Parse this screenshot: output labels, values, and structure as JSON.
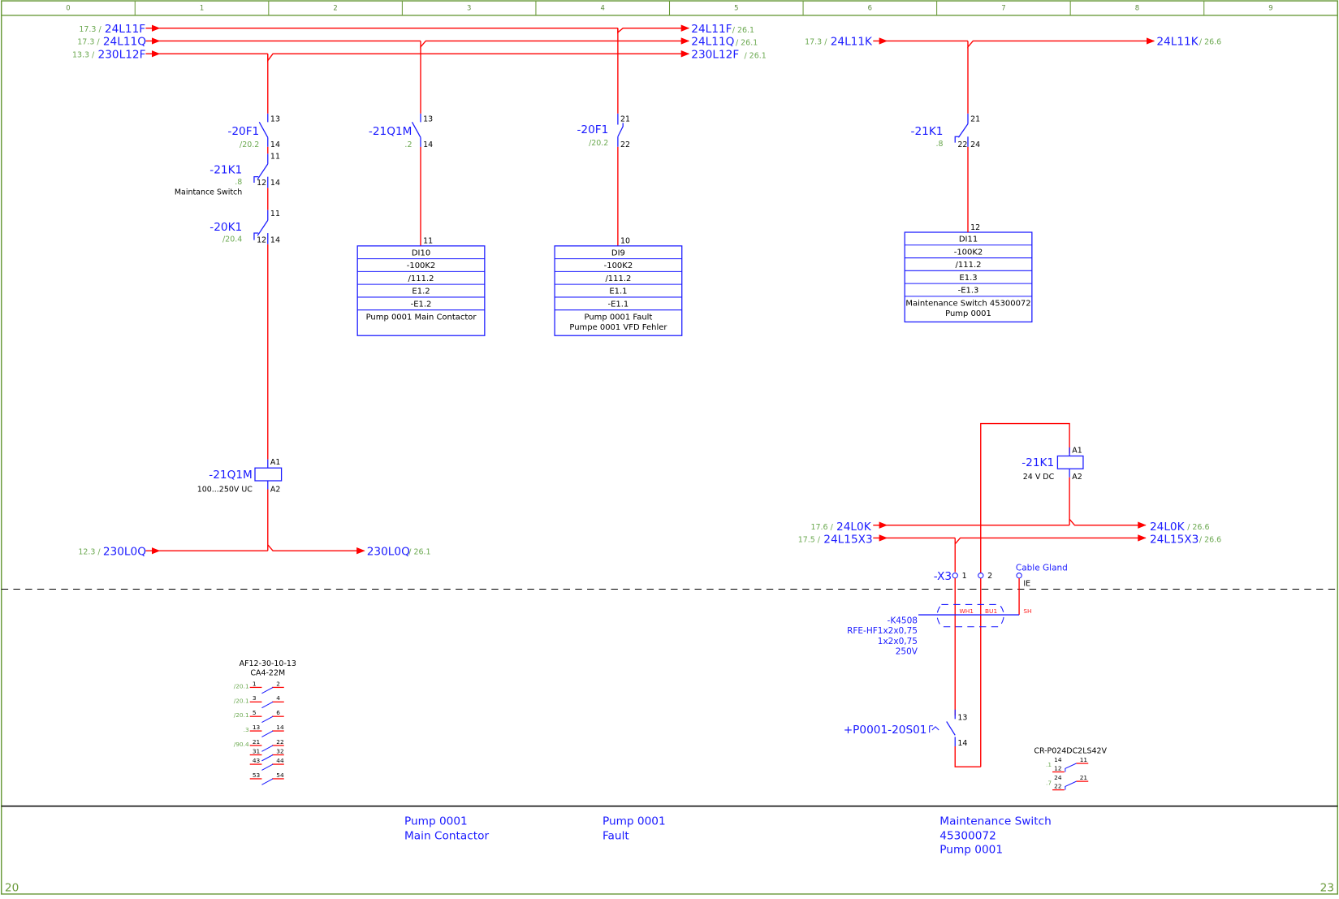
{
  "sheet": {
    "columns": [
      "0",
      "1",
      "2",
      "3",
      "4",
      "5",
      "6",
      "7",
      "8",
      "9"
    ],
    "page_left": "20",
    "page_right": "23"
  },
  "potentials": {
    "in_24L11F": {
      "ref": "17.3 /",
      "name": "24L11F"
    },
    "in_24L11Q": {
      "ref": "17.3 /",
      "name": "24L11Q"
    },
    "in_230L12F": {
      "ref": "13.3 /",
      "name": "230L12F"
    },
    "out_24L11F": {
      "name": "24L11F",
      "ref": "/ 26.1"
    },
    "out_24L11Q": {
      "name": "24L11Q",
      "ref": "/ 26.1"
    },
    "out_230L12F": {
      "name": "230L12F",
      "ref": "/ 26.1"
    },
    "in_24L11K": {
      "ref": "17.3 /",
      "name": "24L11K"
    },
    "out_24L11K": {
      "name": "24L11K",
      "ref": "/ 26.6"
    },
    "in_230L0Q": {
      "ref": "12.3 /",
      "name": "230L0Q"
    },
    "out_230L0Q": {
      "name": "230L0Q",
      "ref": "/ 26.1"
    },
    "in_24L0K": {
      "ref": "17.6 /",
      "name": "24L0K"
    },
    "out_24L0K": {
      "name": "24L0K",
      "ref": "/ 26.6"
    },
    "in_24L15X3": {
      "ref": "17.5 /",
      "name": "24L15X3"
    },
    "out_24L15X3": {
      "name": "24L15X3",
      "ref": "/ 26.6"
    }
  },
  "devices": {
    "f1_a": {
      "tag": "-20F1",
      "ref": "/20.2",
      "pin_top": "13",
      "pin_bot": "14"
    },
    "k1_a": {
      "tag": "-21K1",
      "ref": ".8",
      "note": "Maintance Switch",
      "pin_top": "11",
      "pin_nc": "12",
      "pin_no": "14"
    },
    "k20": {
      "tag": "-20K1",
      "ref": "/20.4",
      "pin_top": "11",
      "pin_nc": "12",
      "pin_no": "14"
    },
    "q1m_contact": {
      "tag": "-21Q1M",
      "ref": ".2",
      "pin_top": "13",
      "pin_bot": "14"
    },
    "f1_b": {
      "tag": "-20F1",
      "ref": "/20.2",
      "pin_top": "21",
      "pin_bot": "22"
    },
    "k1_b": {
      "tag": "-21K1",
      "ref": ".8",
      "pin_top": "21",
      "pin_nc": "22",
      "pin_no": "24"
    },
    "q1m_coil": {
      "tag": "-21Q1M",
      "rating": "100...250V UC",
      "a1": "A1",
      "a2": "A2"
    },
    "k1_coil": {
      "tag": "-21K1",
      "rating": "24 V DC",
      "a1": "A1",
      "a2": "A2"
    },
    "x3": {
      "tag": "-X3",
      "t1": "1",
      "t2": "2"
    },
    "gland": {
      "label": "Cable Gland",
      "pe": "IE"
    },
    "cable": {
      "tag": "-K4508",
      "type": "RFE-HF1x2x0,75",
      "cores": "1x2x0,75",
      "voltage": "250V",
      "core1": "WH1",
      "core2": "BU1",
      "shield": "SH"
    },
    "switch": {
      "tag": "+P0001-20S01",
      "pin_top": "13",
      "pin_bot": "14"
    }
  },
  "plc_inputs": [
    {
      "pin": "11",
      "rows": [
        "DI10",
        "-100K2",
        "/111.2",
        "E1.2",
        "-E1.2"
      ],
      "desc": [
        "Pump 0001 Main Contactor"
      ]
    },
    {
      "pin": "10",
      "rows": [
        "DI9",
        "-100K2",
        "/111.2",
        "E1.1",
        "-E1.1"
      ],
      "desc": [
        "Pump 0001 Fault",
        "Pumpe 0001 VFD Fehler"
      ]
    },
    {
      "pin": "12",
      "rows": [
        "DI11",
        "-100K2",
        "/111.2",
        "E1.3",
        "-E1.3"
      ],
      "desc": [
        "Maintenance Switch 45300072",
        "Pump 0001"
      ]
    }
  ],
  "contact_mirror_q1m": {
    "title1": "AF12-30-10-13",
    "title2": "CA4-22M",
    "rows": [
      {
        "ref": "/20.1",
        "a": "1",
        "b": "2"
      },
      {
        "ref": "/20.1",
        "a": "3",
        "b": "4"
      },
      {
        "ref": "/20.1",
        "a": "5",
        "b": "6"
      },
      {
        "ref": ".3",
        "a": "13",
        "b": "14"
      },
      {
        "ref": "/90.4",
        "a": "21",
        "b": "22"
      },
      {
        "ref": "",
        "a": "31",
        "b": "32"
      },
      {
        "ref": "",
        "a": "43",
        "b": "44"
      },
      {
        "ref": "",
        "a": "53",
        "b": "54"
      }
    ]
  },
  "contact_mirror_k1": {
    "title": "CR-P024DC2LS42V",
    "rows": [
      {
        "ref": ".1",
        "no": "14",
        "nc": "12",
        "com": "11"
      },
      {
        "ref": ".7",
        "no": "24",
        "nc": "22",
        "com": "21"
      }
    ]
  },
  "footer": {
    "col1": [
      "Pump 0001",
      "Main Contactor"
    ],
    "col2": [
      "Pump 0001",
      "Fault"
    ],
    "col3": [
      "Maintenance Switch",
      "45300072",
      "Pump 0001"
    ]
  },
  "colors": {
    "wire": "#ff0000",
    "symbol": "#1a1aff",
    "reference": "#6aa84f",
    "frame": "#6a9a3a"
  }
}
